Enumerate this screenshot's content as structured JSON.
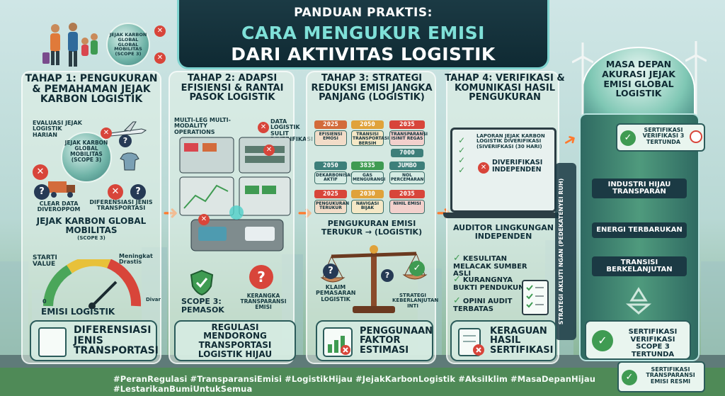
{
  "header": {
    "line1": "PANDUAN PRAKTIS:",
    "line2": "CARA MENGUKUR EMISI",
    "line3": "DARI AKTIVITAS LOGISTIK"
  },
  "family_badge": "JEJAK KARBON GLOBAL GLOBAL MOBILITAS (SCOPE 3)",
  "stage1": {
    "title": "TAHAP 1: PENGUKURAN & PEMAHAMAN JEJAK KARBON LOGISTIK",
    "eval_label": "EVALUASI JEJAK LOGISTIK HARIAN",
    "globe_label": "JEJAK KARBON GLOBAL MOBILITAS (SCOPE 3)",
    "clear_data": "CLEAR DATA DIVEROPPOM",
    "diferensiasi": "DIFERENSIASI JENIS TRANSPORTASI",
    "caption": "JEJAK KARBON GLOBAL MOBILITAS",
    "caption_sub": "(SCOPE 3)",
    "start_value": "STARTI VALUE",
    "increase": "Meningkat Drastis",
    "gauge_min": "0",
    "gauge_max": "Divar",
    "gauge_label": "EMISI LOGISTIK",
    "bottom": "DIFERENSIASI JENIS TRANSPORTASI"
  },
  "stage2": {
    "title": "TAHAP 2: ADAPSI EFISIENSI & RANTAI PASOK LOGISTIK",
    "multi": "MULTI-LEG MULTI-MODALITY OPERATIONS",
    "data_hard": "DATA LOGISTIK SULIT DIVERIFIKASI",
    "scope3": "SCOPE 3: PEMASOK",
    "framework": "KERANGKA TRANSPARANSI EMISI",
    "bottom": "REGULASI MENDORONG TRANSPORTASI LOGISTIK HIJAU"
  },
  "stage3": {
    "title": "TAHAP 3: STRATEGI REDUKSI EMISI JANGKA PANJANG (LOGISTIK)",
    "years_row1": [
      "2025",
      "2050",
      "2035"
    ],
    "cards_row1": [
      "EFISIENSI EMOSI",
      "TRANSISI TRANSPORTASI BERSIH",
      "TRANSPARANSI ISINIT REGAS"
    ],
    "year_mid": "7000",
    "years_row2": [
      "2050",
      "3835",
      "JUMBO"
    ],
    "cards_row2": [
      "DEKARBONISASI AKTIF",
      "GAS MENGURANGI",
      "NOL PERCEMARAN"
    ],
    "years_row3": [
      "2025",
      "2030",
      "2035"
    ],
    "cards_row3": [
      "PENGUKURAN TERUKUR",
      "NAVIGASI BIJAK",
      "NIHIL EMISI"
    ],
    "measured": "PENGUKURAN EMISI TERUKUR → (LOGISTIK)",
    "claim": "KLAIM PEMASARAN LOGISTIK",
    "strategy": "STRATEGI KEBERLANJUTAN INTI",
    "bottom": "PENGGUNAAN FAKTOR ESTIMASI"
  },
  "stage4": {
    "title": "TAHAP 4: VERIFIKASI & KOMUNIKASI HASIL PENGUKURAN",
    "report_title": "LAPORAN JEJAK KARBON LOGISTIK DIVERIFIKASI (SIVERIFKASI (30 HARI)",
    "report_item1": "DIVERIFIKASI INDEPENDEN",
    "auditor": "AUDITOR LINGKUNGAN INDEPENDEN",
    "checks": [
      "KESULITAN MELACAK SUMBER ASLI",
      "KURANGNYA BUKTI PENDUKUNG",
      "OPINI AUDIT TERBATAS"
    ],
    "vertical_text": "STRATEGI AKLUTI NGAN (PEDEKATENYEI RUH)",
    "bottom": "KERAGUAN HASIL SERTIFIKASI"
  },
  "future": {
    "title": "MASA DEPAN AKURASI JEJAK EMISI GLOBAL LOGISTIK",
    "cert_top": "SERTIFIKASI VERIFIKASI 3 TERTUNDA",
    "band1": "INDUSTRI HIJAU TRANSPARAN",
    "band2": "ENERGI TERBARUKAN",
    "band3": "TRANSISI BERKELANJUTAN",
    "cert_bottom": "SERTIFIKASI VERIFIKASI SCOPE 3 TERTUNDA",
    "cert_official": "SERTIFIKASI TRANSPARANSI EMISI RESMI"
  },
  "hashtags": "#PeranRegulasi #TransparansiEmisi #LogistikHijau #JejakKarbonLogistik #AksiIklim #MasaDepanHijau #LestarikanBumiUntukSemua",
  "colors": {
    "accent_teal": "#7fe0d8",
    "arrow_orange": "#ff7a2e",
    "red": "#d8453a",
    "green": "#3f9b52"
  }
}
